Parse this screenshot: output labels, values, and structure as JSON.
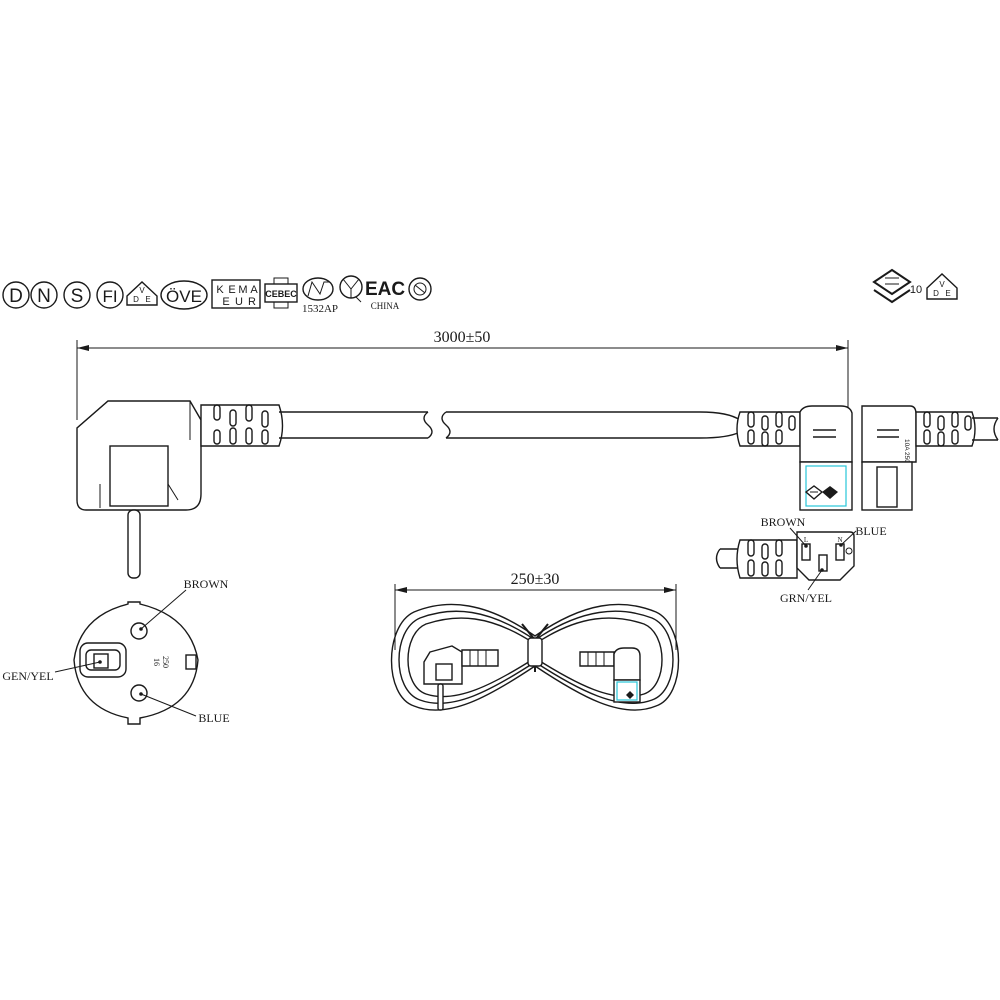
{
  "certification_marks": {
    "letters": [
      "D",
      "N",
      "S",
      "FI"
    ],
    "vde_letters": [
      "V",
      "D",
      "E"
    ],
    "ove": "ÖVE",
    "kema": [
      "K",
      "E",
      "M",
      "A",
      "E",
      "U",
      "R"
    ],
    "cebec": "CEBEC",
    "nf_code": "1532AP",
    "eac": "EAC",
    "china_label": "CHINA",
    "enec_number": "10"
  },
  "dimensions": {
    "total_length": "3000±50",
    "coil_length": "250±30"
  },
  "wire_labels": {
    "plug_brown": "BROWN",
    "plug_gen_yel": "GEN/YEL",
    "plug_blue": "BLUE",
    "conn_brown": "BROWN",
    "conn_blue": "BLUE",
    "conn_grn_yel": "GRN/YEL"
  },
  "plug_face_rating": [
    "16",
    "250"
  ],
  "connector_rating": "10A 250V~",
  "connector_pins": {
    "live": "L",
    "neutral": "N"
  },
  "colors": {
    "line": "#1a1a1a",
    "cyan_accent": "#27c6d8"
  }
}
